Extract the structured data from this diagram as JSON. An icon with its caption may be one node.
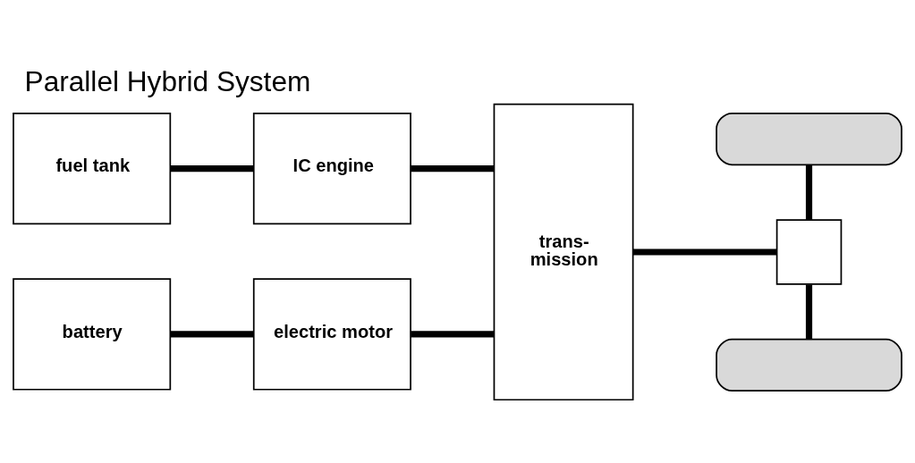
{
  "diagram": {
    "title": "Parallel Hybrid System",
    "nodes": [
      {
        "text": [
          "fuel tank"
        ]
      },
      {
        "text": [
          "IC engine"
        ]
      },
      {
        "text": [
          "battery"
        ]
      },
      {
        "text": [
          "electric motor"
        ]
      },
      {
        "text": [
          "trans- mission"
        ]
      },
      {
        "text": [],
        "shape": "box"
      },
      {
        "text": [],
        "shape": "box"
      },
      {
        "text": [],
        "shape": "box"
      }
    ],
    "edges": [
      {
        "from": 0,
        "to": 1,
        "arrow": "none"
      },
      {
        "from": 1,
        "to": 4,
        "arrow": "none"
      },
      {
        "from": 2,
        "to": 3,
        "arrow": "none"
      },
      {
        "from": 3,
        "to": 4,
        "arrow": "none"
      },
      {
        "from": 4,
        "to": 6,
        "arrow": "none"
      },
      {
        "from": 6,
        "to": 5,
        "arrow": "none"
      },
      {
        "from": 6,
        "to": 7,
        "arrow": "none"
      }
    ]
  }
}
